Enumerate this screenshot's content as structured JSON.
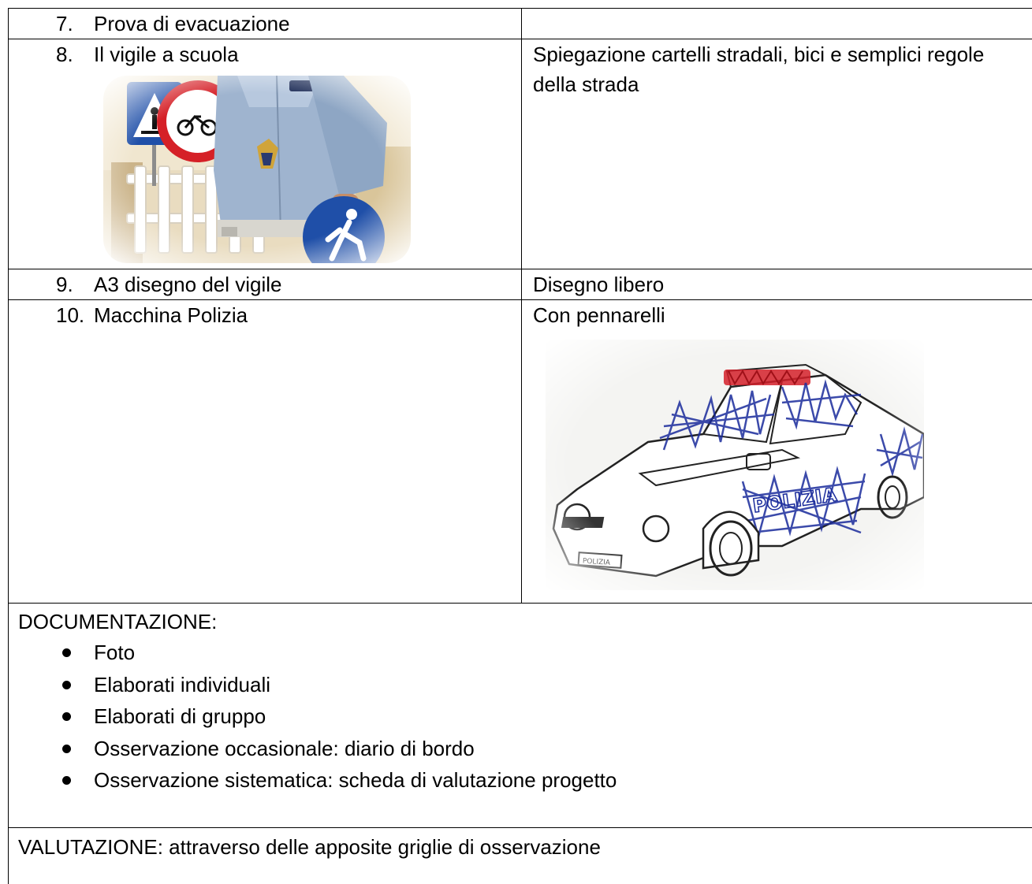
{
  "table": {
    "rows": [
      {
        "number": "7.",
        "activity": "Prova di evacuazione",
        "description": ""
      },
      {
        "number": "8.",
        "activity": "Il vigile a scuola",
        "description": "Spiegazione cartelli stradali, bici e semplici regole della strada"
      },
      {
        "number": "9.",
        "activity": "A3 disegno del vigile",
        "description": "Disegno libero"
      },
      {
        "number": "10.",
        "activity": "Macchina Polizia",
        "description": "Con pennarelli"
      }
    ]
  },
  "images": {
    "police_photo": {
      "icon": "police-officer-traffic-signs-photo"
    },
    "car_drawing": {
      "icon": "police-car-drawing",
      "label": "POLIZIA",
      "plate": "POLIZIA"
    }
  },
  "documentazione": {
    "title": "DOCUMENTAZIONE:",
    "items": [
      "Foto",
      "Elaborati individuali",
      "Elaborati di gruppo",
      "Osservazione occasionale: diario di bordo",
      "Osservazione sistematica: scheda di valutazione progetto"
    ]
  },
  "valutazione": {
    "text": "VALUTAZIONE: attraverso delle apposite griglie di osservazione"
  },
  "colors": {
    "border": "#000000",
    "sign_blue": "#1f4fa8",
    "sign_red": "#d52027",
    "uniform": "#9fb4cf",
    "marker_blue": "#1a2b9c",
    "marker_red": "#d3202a"
  }
}
